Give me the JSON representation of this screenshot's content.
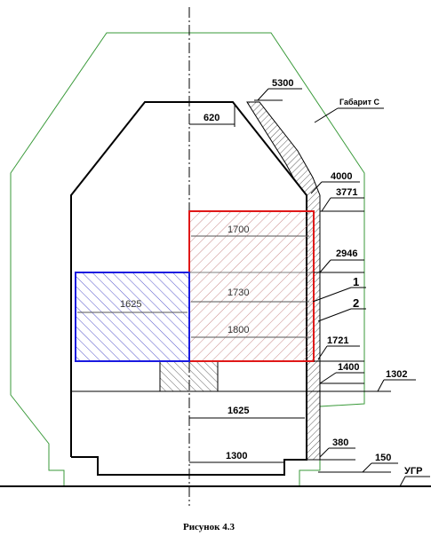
{
  "labels": {
    "gabarit": "Габарит С",
    "ugr": "УГР",
    "caption": "Рисунок 4.3",
    "callout_1": "1",
    "callout_2": "2"
  },
  "dimensions": {
    "d5300": "5300",
    "d620": "620",
    "d4000": "4000",
    "d3771": "3771",
    "d1700": "1700",
    "d2946": "2946",
    "d1730": "1730",
    "d1625_left": "1625",
    "d1800": "1800",
    "d1721": "1721",
    "d1400": "1400",
    "d1302": "1302",
    "d1625_bottom": "1625",
    "d1300": "1300",
    "d380": "380",
    "d150": "150"
  },
  "colors": {
    "gabarit_outline": "#3a9a3a",
    "red_cargo": "#e01818",
    "blue_cargo": "#1a1ae0",
    "hatch_red": "#c98a8a",
    "hatch_blue": "#5555cc",
    "line": "#000000"
  }
}
